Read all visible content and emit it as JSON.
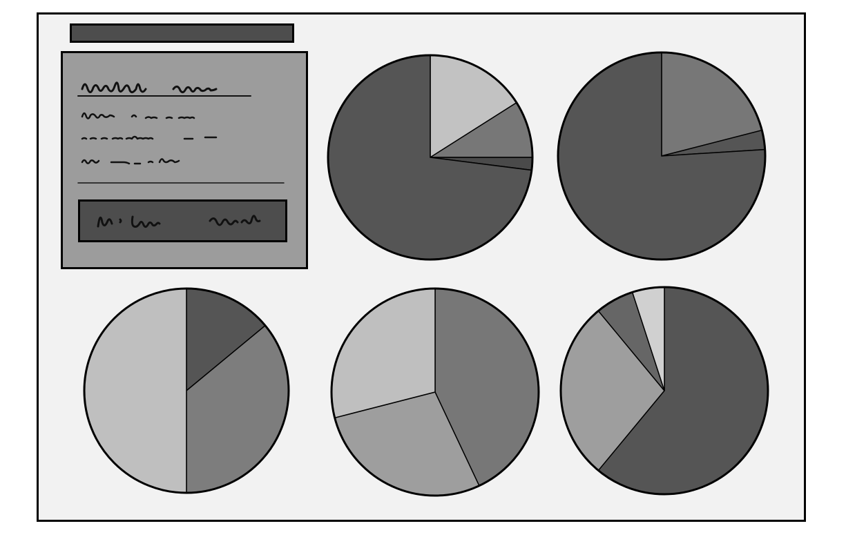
{
  "chart_data": [
    {
      "type": "pie",
      "slices": [
        {
          "label": "",
          "value": 0.16,
          "color": "#c2c2c2"
        },
        {
          "label": "",
          "value": 0.09,
          "color": "#777777"
        },
        {
          "label": "",
          "value": 0.02,
          "color": "#4a4a4a"
        },
        {
          "label": "",
          "value": 0.73,
          "color": "#555555"
        }
      ]
    },
    {
      "type": "pie",
      "slices": [
        {
          "label": "",
          "value": 0.21,
          "color": "#777777"
        },
        {
          "label": "",
          "value": 0.03,
          "color": "#555555"
        },
        {
          "label": "",
          "value": 0.76,
          "color": "#555555"
        }
      ]
    },
    {
      "type": "pie",
      "slices": [
        {
          "label": "",
          "value": 0.14,
          "color": "#555555"
        },
        {
          "label": "",
          "value": 0.36,
          "color": "#7d7d7d"
        },
        {
          "label": "",
          "value": 0.5,
          "color": "#bfbfbf"
        }
      ]
    },
    {
      "type": "pie",
      "slices": [
        {
          "label": "",
          "value": 0.43,
          "color": "#777777"
        },
        {
          "label": "",
          "value": 0.28,
          "color": "#9e9e9e"
        },
        {
          "label": "",
          "value": 0.29,
          "color": "#bfbfbf"
        }
      ]
    },
    {
      "type": "pie",
      "slices": [
        {
          "label": "",
          "value": 0.61,
          "color": "#555555"
        },
        {
          "label": "",
          "value": 0.28,
          "color": "#9e9e9e"
        },
        {
          "label": "",
          "value": 0.06,
          "color": "#666666"
        },
        {
          "label": "",
          "value": 0.05,
          "color": "#d0d0d0"
        }
      ]
    }
  ]
}
